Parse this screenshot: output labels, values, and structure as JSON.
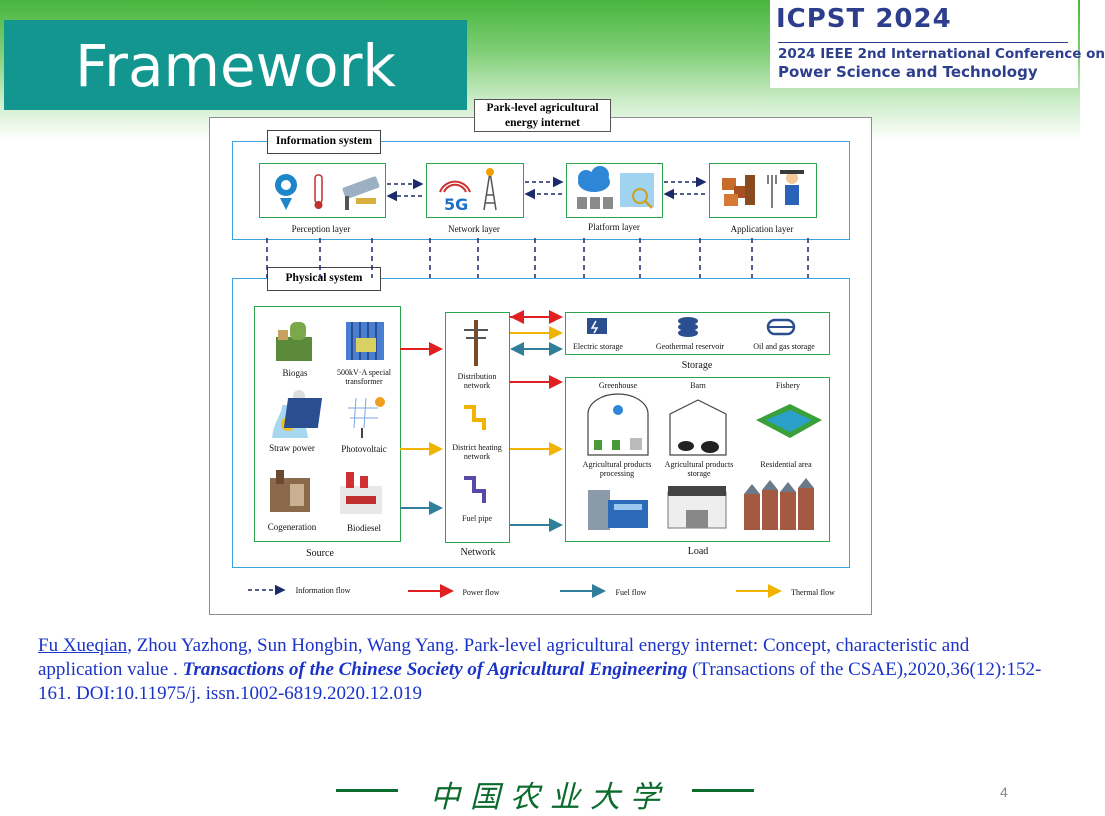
{
  "slide": {
    "title": "Framework",
    "page_number": "4"
  },
  "logo": {
    "title": "ICPST 2024",
    "line1": "2024 IEEE 2nd International Conference on",
    "line2": "Power Science and Technology"
  },
  "figure": {
    "title": "Park-level agricultural energy internet",
    "info_system": {
      "label": "Information system",
      "layers": [
        "Perception layer",
        "Network layer",
        "Platform layer",
        "Application layer"
      ]
    },
    "physical_system": {
      "label": "Physical system",
      "source": {
        "caption": "Source",
        "items": [
          "Biogas",
          "500kV·A special transformer",
          "Straw power",
          "Photovoltaic",
          "Cogeneration",
          "Biodiesel"
        ]
      },
      "network": {
        "caption": "Network",
        "items": [
          "Distribution network",
          "District heating network",
          "Fuel pipe"
        ]
      },
      "storage": {
        "caption": "Storage",
        "items": [
          "Electric storage",
          "Geothermal reservoir",
          "Oil and gas storage"
        ]
      },
      "load": {
        "caption": "Load",
        "items": [
          "Greenhouse",
          "Barn",
          "Fishery",
          "Agricultural products processing",
          "Agricultural products storage",
          "Residential area"
        ]
      }
    },
    "legend": [
      "Information flow",
      "Power flow",
      "Fuel flow",
      "Thermal flow"
    ],
    "colors": {
      "power_flow": "#e02020",
      "fuel_flow": "#2f7f9a",
      "thermal_flow": "#f0b400",
      "info_flow": "#1a2a6a",
      "system_border": "#3ba3dd",
      "group_border": "#2ea44f"
    }
  },
  "citation": {
    "first_author": "Fu Xueqian",
    "rest": ", Zhou Yazhong, Sun Hongbin, Wang Yang. Park-level agricultural energy internet: Concept, characteristic and application value . ",
    "journal": "Transactions of the Chinese Society of Agricultural Engineering",
    "tail": " (Transactions of the CSAE),2020,36(12):152-161. DOI:10.11975/j. issn.1002-6819.2020.12.019"
  },
  "footer": {
    "university": "中国农业大学"
  }
}
